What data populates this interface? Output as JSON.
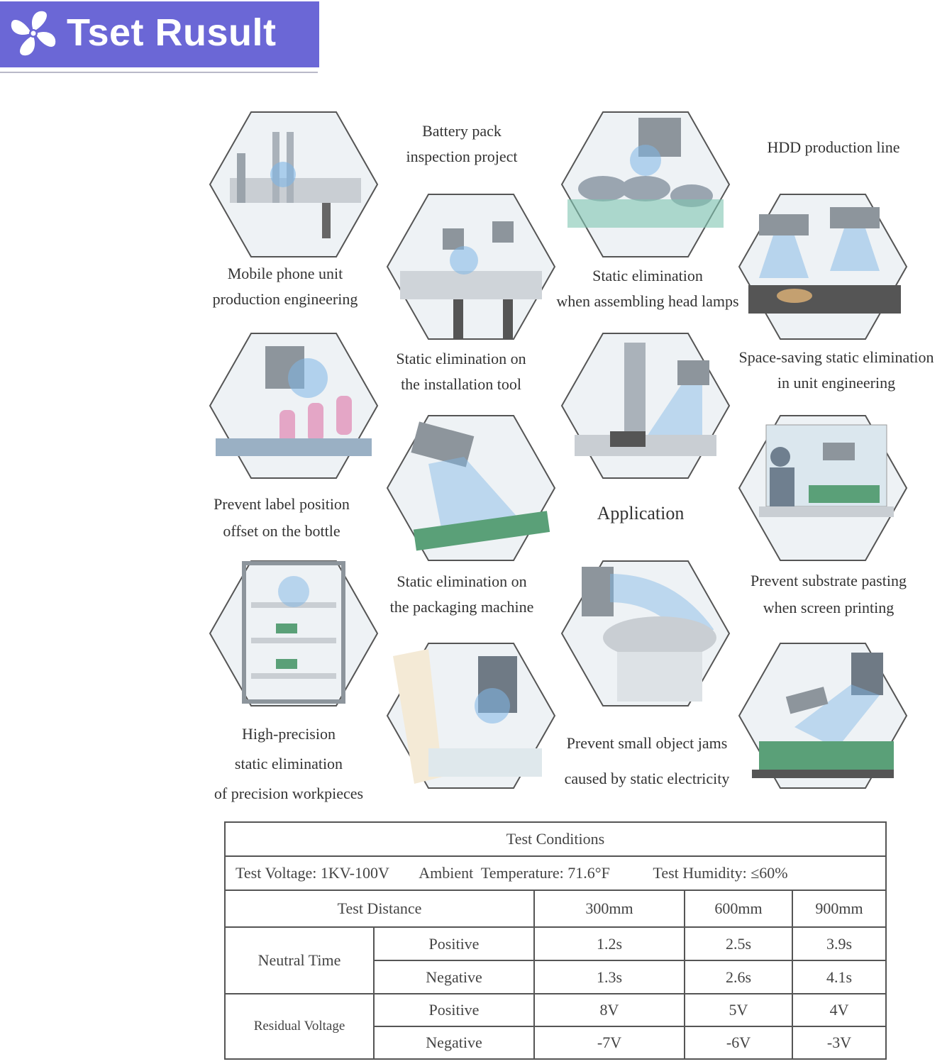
{
  "header": {
    "title": "Tset Rusult",
    "bg_color": "#6b67d6",
    "icon": "fan-icon"
  },
  "applications": [
    {
      "id": "mobile-phone",
      "lines": [
        "Mobile phone unit",
        "production engineering"
      ]
    },
    {
      "id": "battery-pack",
      "lines": [
        "Battery pack",
        "inspection project"
      ]
    },
    {
      "id": "head-lamps",
      "lines": [
        "Static elimination",
        "when assembling head lamps"
      ]
    },
    {
      "id": "hdd",
      "lines": [
        "HDD production line"
      ]
    },
    {
      "id": "installation-tool",
      "lines": [
        "Static elimination on",
        "the installation tool"
      ]
    },
    {
      "id": "space-saving",
      "lines": [
        "Space-saving static elimination",
        "in unit engineering"
      ]
    },
    {
      "id": "bottle-label",
      "lines": [
        "Prevent label position",
        "offset on the bottle"
      ]
    },
    {
      "id": "screen-printing",
      "lines": [
        "Prevent substrate pasting",
        "when screen printing"
      ]
    },
    {
      "id": "packaging",
      "lines": [
        "Static elimination on",
        "the packaging machine"
      ]
    },
    {
      "id": "precision",
      "lines": [
        "High-precision",
        "static elimination",
        "of precision workpieces"
      ]
    },
    {
      "id": "small-object",
      "lines": [
        "Prevent small object jams",
        "caused by static electricity"
      ]
    }
  ],
  "center_label": "Application",
  "table": {
    "title": "Test Conditions",
    "voltage": "Test Voltage: 1KV-100V",
    "temperature": "Ambient  Temperature: 71.6°F",
    "humidity": "Test Humidity: ≤60%",
    "distance_label": "Test Distance",
    "distances": [
      "300mm",
      "600mm",
      "900mm"
    ],
    "neutral_time": {
      "label": "Neutral Time",
      "positive": {
        "label": "Positive",
        "values": [
          "1.2s",
          "2.5s",
          "3.9s"
        ]
      },
      "negative": {
        "label": "Negative",
        "values": [
          "1.3s",
          "2.6s",
          "4.1s"
        ]
      }
    },
    "residual_voltage": {
      "label": "Residual Voltage",
      "positive": {
        "label": "Positive",
        "values": [
          "8V",
          "5V",
          "4V"
        ]
      },
      "negative": {
        "label": "Negative",
        "values": [
          "-7V",
          "-6V",
          "-3V"
        ]
      }
    }
  }
}
